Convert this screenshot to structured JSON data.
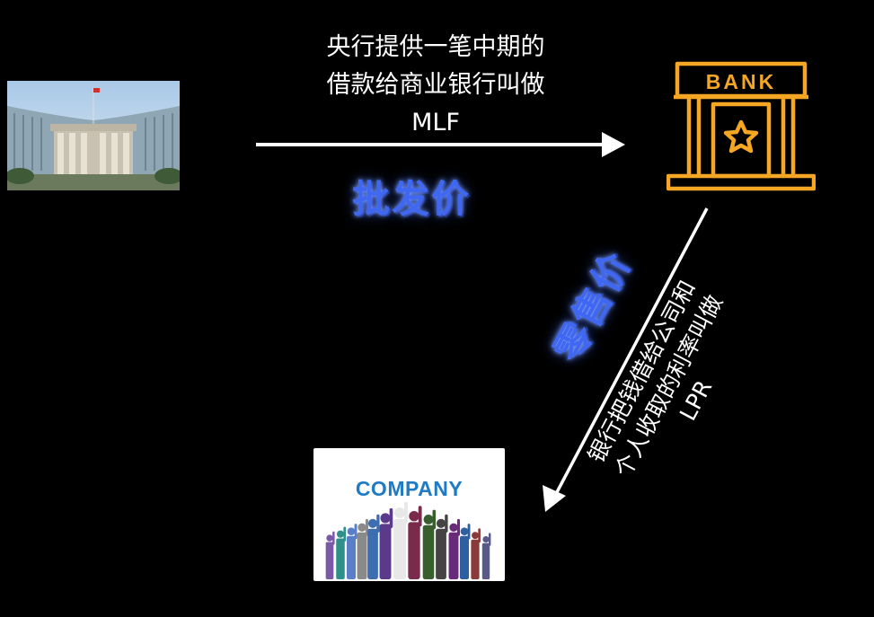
{
  "diagram": {
    "mlf_caption": {
      "line1": "央行提供一笔中期的",
      "line2": "借款给商业银行叫做",
      "line3": "MLF"
    },
    "wholesale_label": "批发价",
    "retail_label": "零售价",
    "lpr_caption": {
      "line1": "银行把钱借给公司和",
      "line2": "个人收取的利率叫做",
      "line3": "LPR"
    },
    "bank_sign": "BANK",
    "company_sign": "COMPANY"
  },
  "colors": {
    "background": "#000000",
    "arrow": "#ffffff",
    "bank_icon": "#f5a623",
    "price_label": "#3f67f2",
    "company_text": "#1e7bc4"
  },
  "icons": {
    "central_bank": "central-bank-building-photo",
    "bank": "bank-building-icon",
    "company": "company-crowd-image"
  }
}
